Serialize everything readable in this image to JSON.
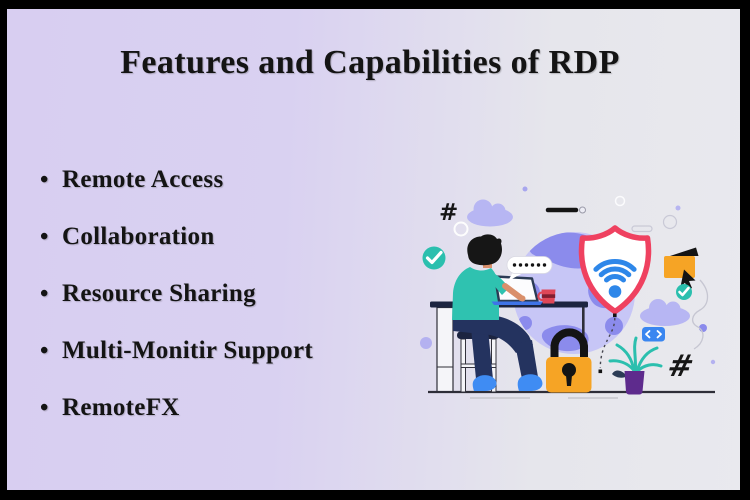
{
  "page": {
    "title": "Features and Capabilities of RDP"
  },
  "features": {
    "bullet_glyph": "•",
    "items": [
      {
        "label": "Remote Access"
      },
      {
        "label": "Collaboration"
      },
      {
        "label": "Resource Sharing"
      },
      {
        "label": "Multi-Monitir Support"
      },
      {
        "label": "RemoteFX"
      }
    ]
  },
  "illustration": {
    "name": "remote-desktop-security-illustration",
    "hashtag_glyph": "#",
    "elements": [
      "person-at-desk",
      "laptop",
      "password-bubble",
      "coffee-mug",
      "globe",
      "shield-wifi",
      "padlock",
      "folder-with-cursor",
      "code-brackets",
      "checkmark-circles",
      "clouds",
      "hashtags",
      "potted-plant"
    ],
    "colors": {
      "teal": "#2bbfae",
      "wifi_blue": "#2e87e9",
      "shield_red": "#ef4160",
      "accent_orange": "#f6a425",
      "navy": "#24335f",
      "shoe_blue": "#3f8cf3",
      "cloud_lavender": "#b7b6f3",
      "globe_continent": "#8b8bec",
      "globe_base": "#c7c6f6",
      "pot_purple": "#5e2b8d",
      "mug_red": "#df4758"
    }
  },
  "theme": {
    "frame_color": "#000000",
    "background_left": "#d8cef1",
    "background_right": "#e9e9ee",
    "text_color": "#141414"
  }
}
